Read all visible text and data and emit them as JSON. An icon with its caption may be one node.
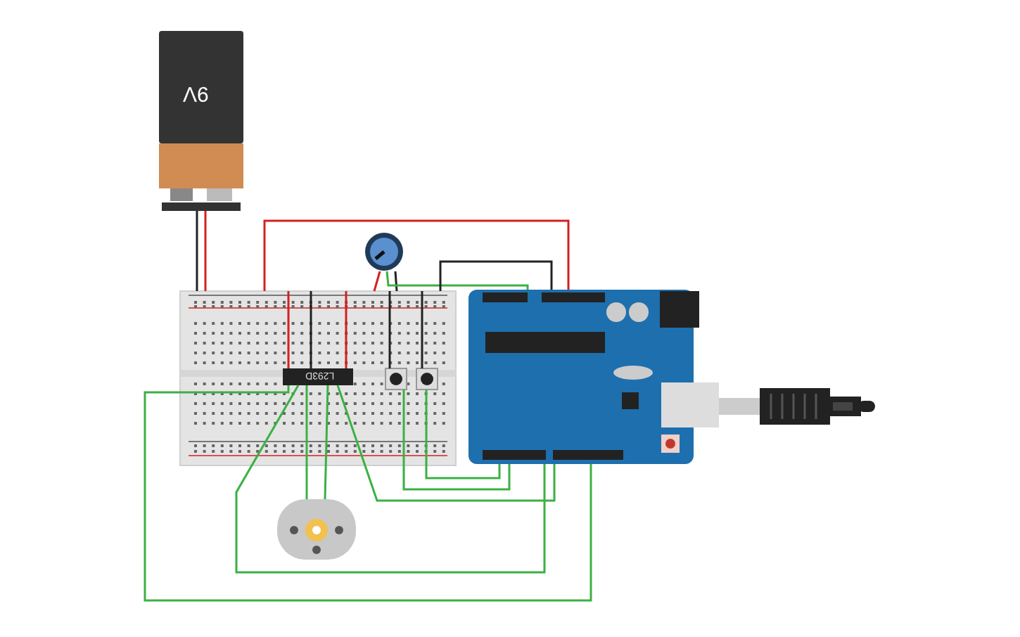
{
  "diagram": {
    "nodes": [
      {
        "text": [
          "9V"
        ]
      },
      {
        "text": [],
        "shape": "box"
      },
      {
        "text": [
          "L293D"
        ],
        "in": 1
      },
      {
        "text": [],
        "shape": "circle"
      },
      {
        "text": [],
        "shape": "box",
        "in": 1
      },
      {
        "text": [],
        "shape": "box",
        "in": 1
      },
      {
        "text": [],
        "shape": "picture"
      },
      {
        "text": [],
        "shape": "picture"
      },
      {
        "text": [],
        "shape": "picture"
      }
    ],
    "edges": [
      {
        "from": 0,
        "to": 1,
        "arrow": "none",
        "color": "#222222"
      },
      {
        "from": 0,
        "to": 1,
        "arrow": "none",
        "color": "#d42020"
      },
      {
        "from": 1,
        "to": 7,
        "arrow": "none",
        "color": "#d42020"
      },
      {
        "from": 3,
        "to": 1,
        "arrow": "none",
        "color": "#d42020"
      },
      {
        "from": 3,
        "to": 1,
        "arrow": "none",
        "color": "#222222"
      },
      {
        "from": 3,
        "to": 7,
        "arrow": "none"
      },
      {
        "from": 1,
        "to": 7,
        "arrow": "none",
        "color": "#222222"
      },
      {
        "from": 1,
        "to": 2,
        "arrow": "none",
        "color": "#d42020"
      },
      {
        "from": 1,
        "to": 2,
        "arrow": "none",
        "color": "#222222"
      },
      {
        "from": 1,
        "to": 2,
        "arrow": "none",
        "color": "#d42020"
      },
      {
        "from": 1,
        "to": 4,
        "arrow": "none",
        "color": "#222222"
      },
      {
        "from": 1,
        "to": 5,
        "arrow": "none",
        "color": "#222222"
      },
      {
        "from": 2,
        "to": 6,
        "arrow": "none"
      },
      {
        "from": 2,
        "to": 6,
        "arrow": "none"
      },
      {
        "from": 2,
        "to": 7,
        "arrow": "none"
      },
      {
        "from": 2,
        "to": 7,
        "arrow": "none"
      },
      {
        "from": 2,
        "to": 7,
        "arrow": "none"
      },
      {
        "from": 4,
        "to": 7,
        "arrow": "none"
      },
      {
        "from": 5,
        "to": 7,
        "arrow": "none"
      },
      {
        "from": 7,
        "to": 8,
        "arrow": "none",
        "style": "thick",
        "color": "#cccccc"
      }
    ]
  }
}
